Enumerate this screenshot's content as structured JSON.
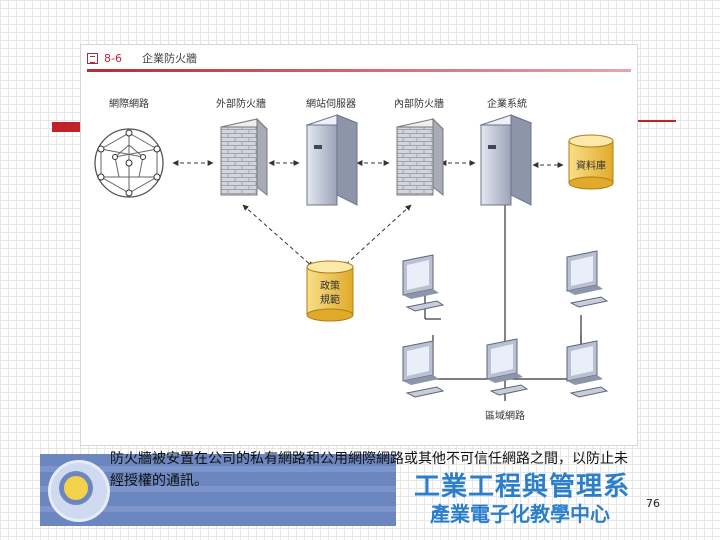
{
  "figure": {
    "number": "8-6",
    "title": "企業防火牆"
  },
  "nodes": {
    "internet": "網際網路",
    "external_firewall": "外部防火牆",
    "web_server": "網站伺服器",
    "internal_firewall": "內部防火牆",
    "enterprise_system": "企業系統",
    "database": "資料庫",
    "policy_line1": "政策",
    "policy_line2": "規範",
    "lan": "區域網路"
  },
  "caption": "防火牆被安置在公司的私有網路和公用網際網路或其他不可信任網路之間，以防止未經授權的通訊。",
  "footer": {
    "department": "工業工程與管理系",
    "center": "產業電子化教學中心"
  },
  "slide_number": "76",
  "colors": {
    "accent": "#c0222a",
    "firewall_brick": "#c9ccd4",
    "server": "#c4c9d8",
    "database": "#f2c94c",
    "footer_banner": "#6c86c0",
    "footer_text": "#2a7fc8"
  }
}
